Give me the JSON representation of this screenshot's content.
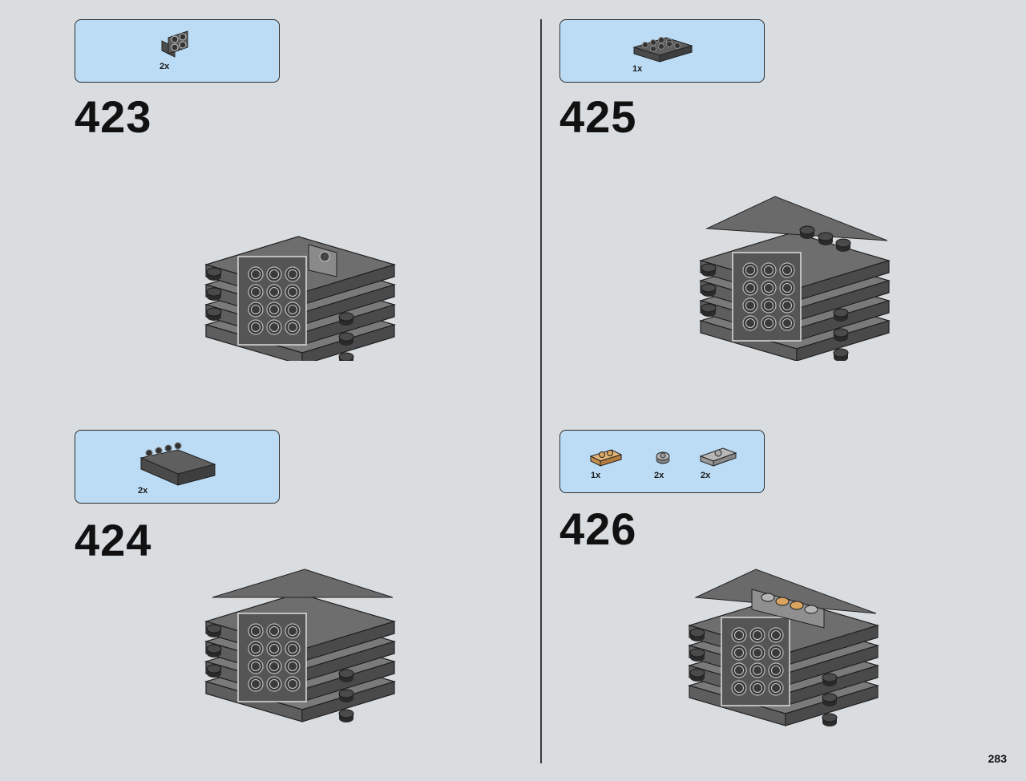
{
  "page_number": "283",
  "colors": {
    "background": "#d9dde0",
    "callout": "#bcdcf5",
    "brick": "#6b6b6b",
    "brick_dark": "#3d3d3d",
    "tan": "#d8a460"
  },
  "steps": [
    {
      "number": "423",
      "parts": [
        {
          "qty": "2x",
          "icon": "bracket-plate-icon"
        }
      ]
    },
    {
      "number": "424",
      "parts": [
        {
          "qty": "2x",
          "icon": "tile-4x4-icon"
        }
      ]
    },
    {
      "number": "425",
      "parts": [
        {
          "qty": "1x",
          "icon": "plate-2x4-icon"
        }
      ]
    },
    {
      "number": "426",
      "parts": [
        {
          "qty": "1x",
          "icon": "tan-plate-1x2-icon"
        },
        {
          "qty": "2x",
          "icon": "round-plate-1x1-icon"
        },
        {
          "qty": "2x",
          "icon": "jumper-plate-icon"
        }
      ]
    }
  ]
}
